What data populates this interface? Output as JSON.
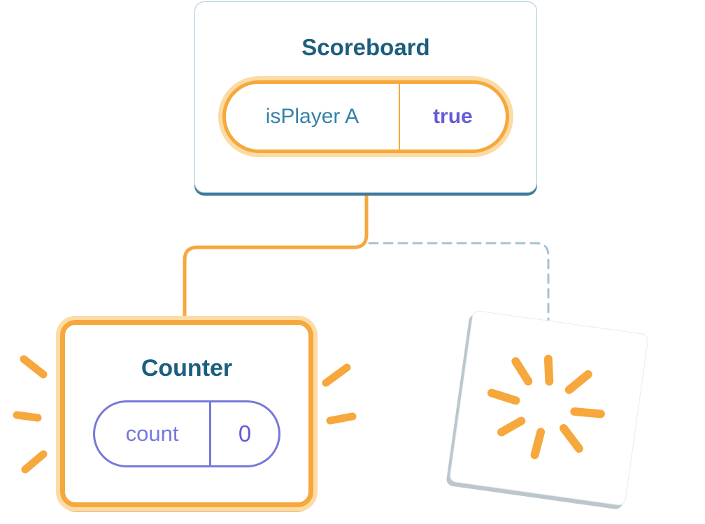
{
  "scoreboard": {
    "title": "Scoreboard",
    "state_label": "isPlayer A",
    "state_value": "true"
  },
  "counter": {
    "title": "Counter",
    "state_label": "count",
    "state_value": "0"
  },
  "icons": {
    "sparkle": "four-point-sparkle (state updated)",
    "explosion_burst": "starburst-poof (component destroyed)",
    "emphasis_marks": "radiating emphasis dashes around highlighted card"
  },
  "connectors": {
    "solid": "scoreboard-to-counter (state preserved)",
    "dashed": "scoreboard-to-destroyed-component"
  },
  "colors": {
    "accent_orange": "#F6A83C",
    "accent_orange_soft": "#FCDCA4",
    "title_blue": "#1C5E7D",
    "label_blue": "#3381A9",
    "value_purple": "#655CD6",
    "pill_purple": "#7678DA",
    "dashed_blue": "#A3C3D6",
    "card_border_blue": "#AACBDC",
    "card_shadow_blue": "#417B99"
  }
}
